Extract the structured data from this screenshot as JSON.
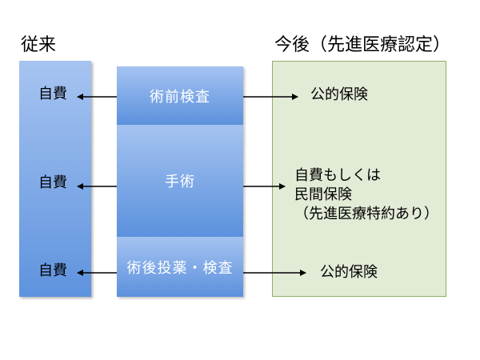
{
  "headings": {
    "left": "従来",
    "right": "今後（先進医療認定）"
  },
  "steps": [
    {
      "label": "術前検査",
      "before": "自費",
      "after": [
        "公的保険"
      ]
    },
    {
      "label": "手術",
      "before": "自費",
      "after": [
        "自費もしくは",
        "民間保険",
        "（先進医療特約あり）"
      ]
    },
    {
      "label": "術後投薬・検査",
      "before": "自費",
      "after": [
        "公的保険"
      ]
    }
  ],
  "colors": {
    "step_fill": "#6f9fe3",
    "left_fill": "#7aa6e6",
    "right_fill": "#e2ebd6",
    "right_border": "#8eae69"
  }
}
